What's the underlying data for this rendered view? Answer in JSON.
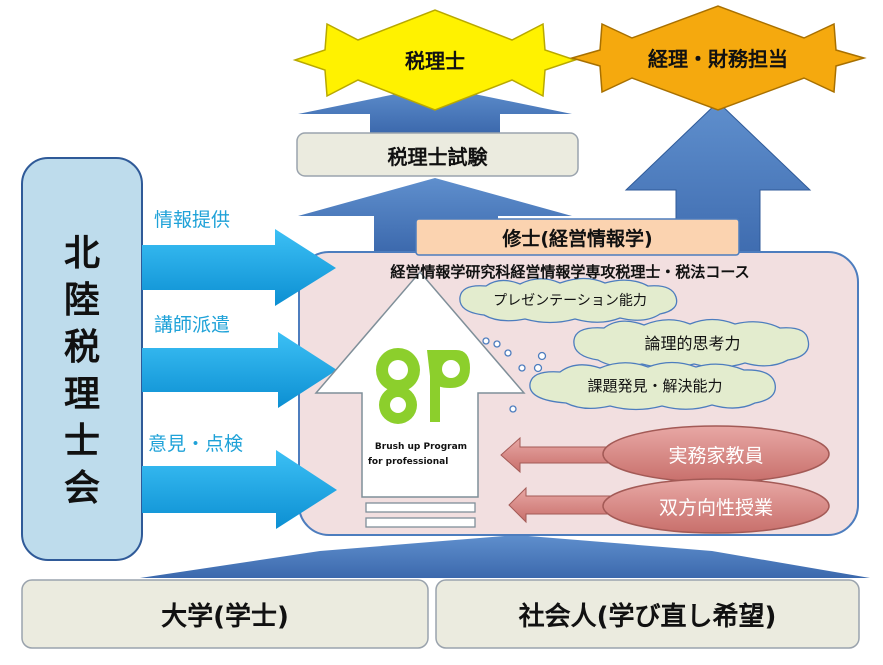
{
  "goals": {
    "tax_accountant": "税理士",
    "accounting_finance": "経理・財務担当"
  },
  "exam": "税理士試験",
  "degree": "修士(経営情報学)",
  "course_title": "経営情報学研究科経営情報学専攻税理士・税法コース",
  "skills": [
    "プレゼンテーション能力",
    "論理的思考力",
    "課題発見・解決能力"
  ],
  "methods": [
    "実務家教員",
    "双方向性授業"
  ],
  "program_logo": {
    "line1": "Brush up Program",
    "line2": "for professional"
  },
  "association": {
    "name_chars": [
      "北",
      "陸",
      "税",
      "理",
      "士",
      "会"
    ]
  },
  "support": [
    "情報提供",
    "講師派遣",
    "意見・点検"
  ],
  "entry": {
    "university": "大学(学士)",
    "working": "社会人(学び直し希望)"
  },
  "colors": {
    "star_yellow": "#fff200",
    "star_orange": "#f5a90e",
    "blue_arrow": "#4d7dbe",
    "cyan_arrow": "#1aa3e6",
    "course_bg": "#f2dfe0",
    "pill": "#d88986",
    "degree_box": "#fbd3b0",
    "side_box": "#bedcec",
    "entry_box": "#ebebdf",
    "cloud": "#e3ecce"
  }
}
